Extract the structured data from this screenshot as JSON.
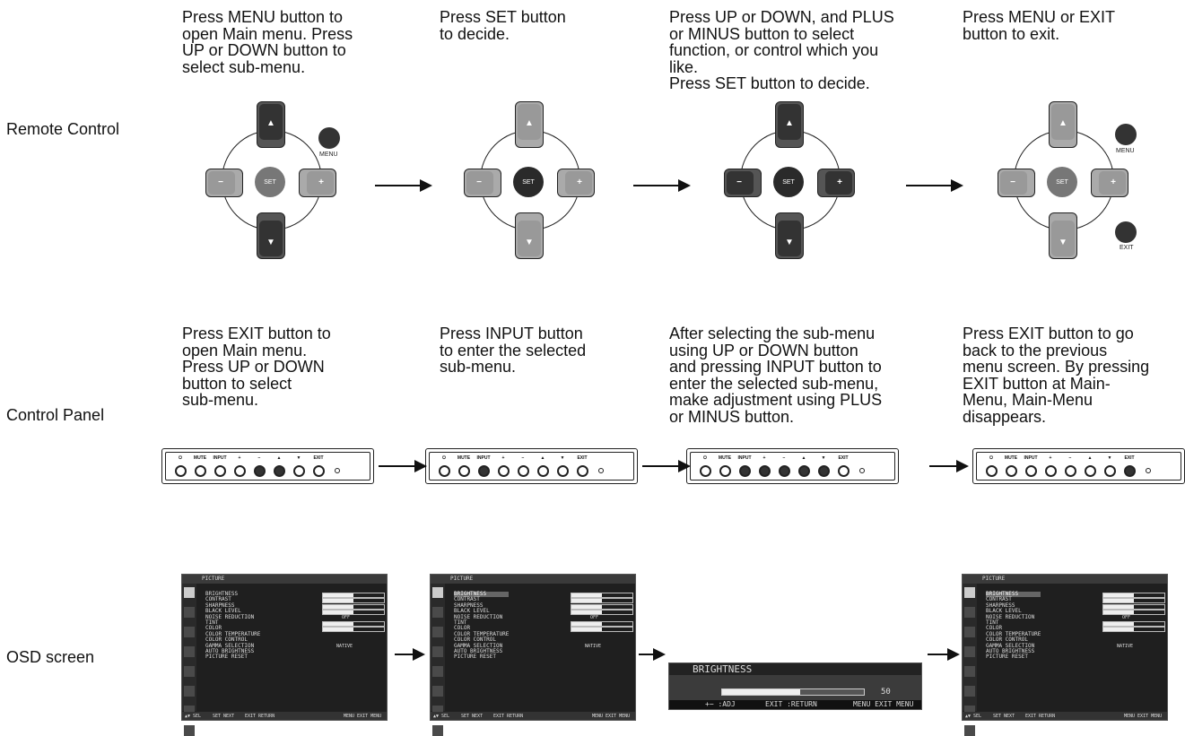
{
  "row_labels": {
    "remote": "Remote Control",
    "panel": "Control Panel",
    "osd": "OSD screen"
  },
  "remote_steps": [
    "Press MENU button to\nopen Main menu.  Press\nUP or DOWN button to\nselect sub-menu.",
    "Press SET button\nto decide.",
    "Press UP or DOWN, and PLUS\nor MINUS button to select\nfunction, or control which you\nlike.\nPress SET button to decide.",
    "Press MENU or EXIT\nbutton to exit."
  ],
  "panel_steps": [
    "Press EXIT button to\nopen Main menu.\nPress UP or DOWN\nbutton to select\nsub-menu.",
    "Press INPUT button\nto enter the selected\nsub-menu.",
    "After selecting the sub-menu\nusing UP or DOWN button\nand pressing INPUT button to\nenter the selected sub-menu,\nmake adjustment using PLUS\nor MINUS button.",
    "Press EXIT button to go\nback to the previous\nmenu screen. By pressing\nEXIT button at Main-\nMenu, Main-Menu\ndisappears."
  ],
  "remote": {
    "set": "SET",
    "menu": "MENU",
    "exit": "EXIT",
    "minus": "−",
    "plus": "+",
    "up": "▲",
    "down": "▼"
  },
  "panel_labels": [
    "⏻",
    "MUTE",
    "INPUT",
    "+",
    "−",
    "▲",
    "▼",
    "EXIT"
  ],
  "osd": {
    "title": "PICTURE",
    "items": [
      "BRIGHTNESS",
      "CONTRAST",
      "SHARPNESS",
      "BLACK LEVEL",
      "NOISE REDUCTION",
      "TINT",
      "COLOR",
      "COLOR TEMPERATURE",
      "COLOR CONTROL",
      "GAMMA SELECTION",
      "AUTO BRIGHTNESS",
      "PICTURE RESET"
    ],
    "noise_value": "OFF",
    "gamma_value": "NATIVE",
    "footer": {
      "sel": "▲▼ SEL",
      "next": "SET NEXT",
      "return": "EXIT RETURN",
      "exit": "MENU EXIT MENU"
    }
  },
  "brightness": {
    "title": "BRIGHTNESS",
    "value": "50",
    "level": 0.55,
    "adj": "+− :ADJ",
    "return": "EXIT :RETURN",
    "exit": "MENU EXIT MENU"
  }
}
